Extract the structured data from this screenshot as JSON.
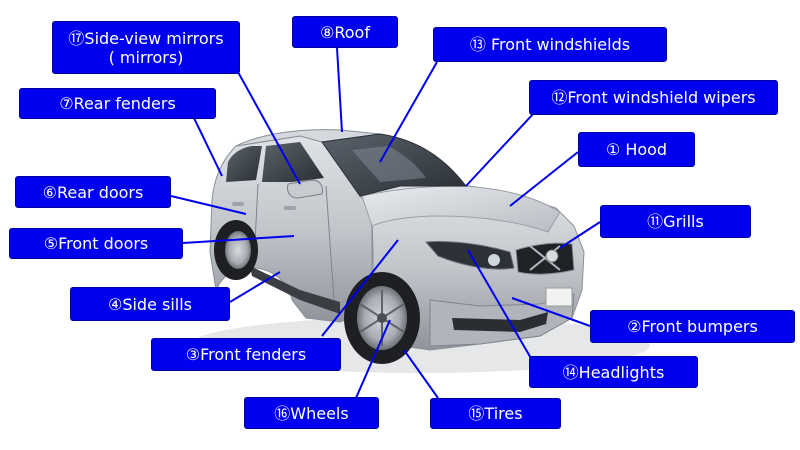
{
  "photo": {
    "subject": "silver-compact-suv",
    "colors": {
      "body": "#c4c8cc",
      "body_dark": "#8e939a",
      "tire": "#222222",
      "glass": "#3b4148"
    }
  },
  "label_style": {
    "background": "#0000ee",
    "text_color": "#ffffff"
  },
  "labels": {
    "side_view_mirrors": {
      "line1": "⑰Side-view mirrors",
      "line2": "( mirrors)"
    },
    "roof": "⑧Roof",
    "front_windshields": "⑬ Front windshields",
    "front_windshield_wipers": "⑫Front windshield wipers",
    "rear_fenders": "⑦Rear fenders",
    "hood": "① Hood",
    "rear_doors": "⑥Rear doors",
    "grills": "⑪Grills",
    "front_doors": "⑤Front doors",
    "side_sills": "④Side sills",
    "front_bumpers": "②Front bumpers",
    "front_fenders": "③Front fenders",
    "headlights": "⑭Headlights",
    "wheels": "⑯Wheels",
    "tires": "⑮Tires"
  },
  "leader_line_color": "#0000ee"
}
